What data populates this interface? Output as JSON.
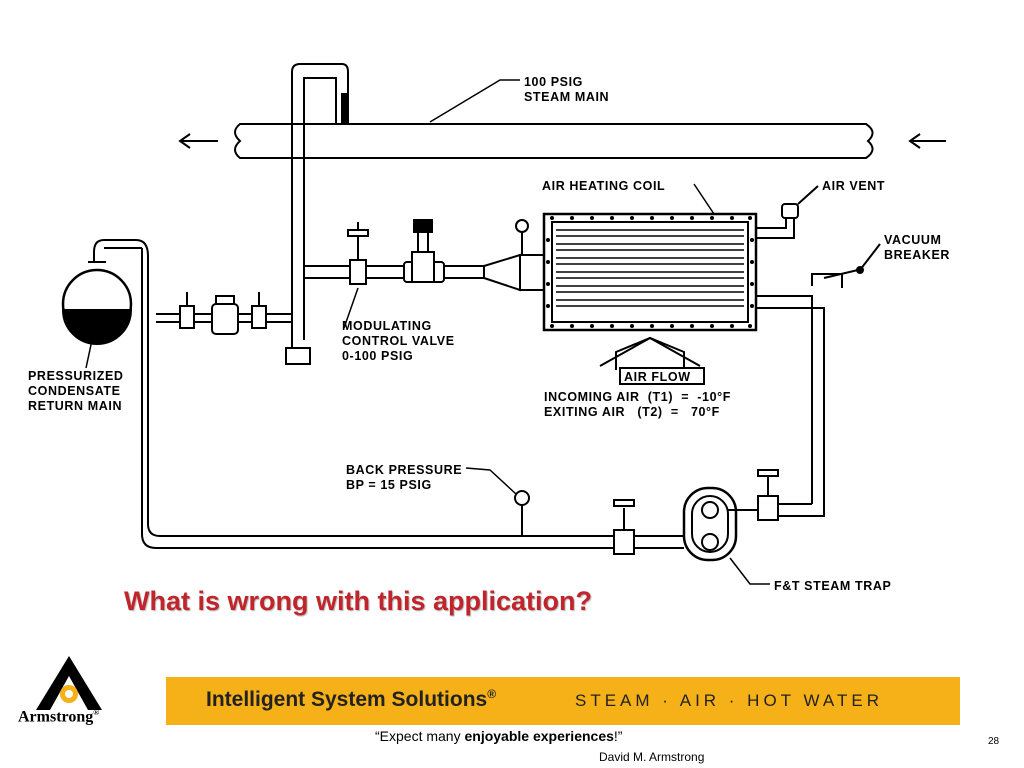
{
  "diagram": {
    "labels": {
      "steam_main_1": "100 PSIG",
      "steam_main_2": "STEAM MAIN",
      "air_heating_coil": "AIR HEATING COIL",
      "air_vent": "AIR VENT",
      "vacuum_breaker_1": "VACUUM",
      "vacuum_breaker_2": "BREAKER",
      "modulating_1": "MODULATING",
      "modulating_2": "CONTROL VALVE",
      "modulating_3": "0-100 PSIG",
      "pressurized_1": "PRESSURIZED",
      "pressurized_2": "CONDENSATE",
      "pressurized_3": "RETURN MAIN",
      "air_flow": "AIR FLOW",
      "incoming_air": "INCOMING AIR  (T1)  =  -10°F",
      "exiting_air": "EXITING AIR   (T2)  =   70°F",
      "back_pressure_1": "BACK PRESSURE",
      "back_pressure_2": "BP = 15 PSIG",
      "steam_trap": "F&T STEAM TRAP"
    }
  },
  "question": "What is wrong with this application?",
  "banner": {
    "title": "Intelligent System Solutions",
    "registered": "®",
    "tagline": "STEAM · AIR · HOT WATER"
  },
  "logo": {
    "name": "Armstrong",
    "mark": "®"
  },
  "footer": {
    "quote_start": "“Expect many ",
    "quote_bold": "enjoyable experiences",
    "quote_end": "!”",
    "author": "David M. Armstrong",
    "slide_number": "28"
  }
}
